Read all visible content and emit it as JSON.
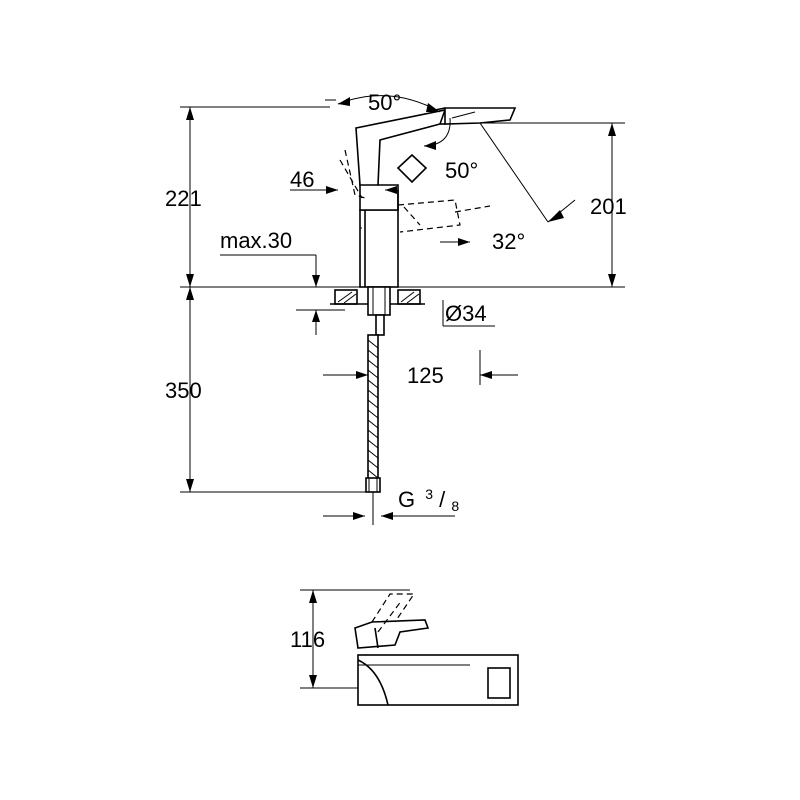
{
  "dimensions": {
    "total_height": "221",
    "spout_height": "201",
    "lever_angle_top": "50°",
    "lever_angle_side": "50°",
    "spout_angle": "32°",
    "lever_offset": "46",
    "max_deck_thickness": "max.30",
    "hole_diameter": "Ø34",
    "spout_reach": "125",
    "hose_length": "350",
    "connection_thread_prefix": "G",
    "connection_thread_num": "3",
    "connection_thread_den": "8",
    "plan_height": "116"
  }
}
